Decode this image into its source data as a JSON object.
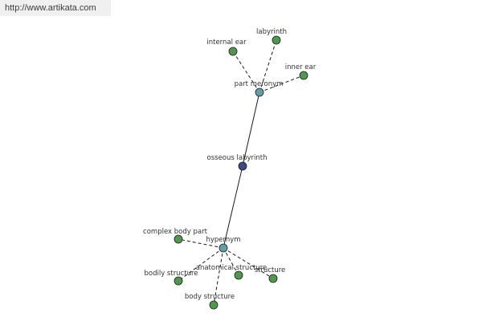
{
  "header": {
    "source_url": "http://www.artikata.com"
  },
  "colors": {
    "leaf": "#4f9a4a",
    "relation": "#5aa1a8",
    "center": "#3b4a8c"
  },
  "graph": {
    "nodes": [
      {
        "id": "labyrinth",
        "label": "labyrinth",
        "kind": "leaf"
      },
      {
        "id": "internal-ear",
        "label": "internal ear",
        "kind": "leaf"
      },
      {
        "id": "inner-ear",
        "label": "inner ear",
        "kind": "leaf"
      },
      {
        "id": "part-meronym",
        "label": "part meronym",
        "kind": "relation"
      },
      {
        "id": "osseous-labyrinth",
        "label": "osseous labyrinth",
        "kind": "center"
      },
      {
        "id": "hypernym",
        "label": "hypernym",
        "kind": "relation"
      },
      {
        "id": "complex-body-part",
        "label": "complex body part",
        "kind": "leaf"
      },
      {
        "id": "bodily-structure",
        "label": "bodily structure",
        "kind": "leaf"
      },
      {
        "id": "anatomical-structure",
        "label": "anatomical structure",
        "kind": "leaf"
      },
      {
        "id": "structure",
        "label": "structure",
        "kind": "leaf"
      },
      {
        "id": "body-structure",
        "label": "body structure",
        "kind": "leaf"
      }
    ],
    "edges": [
      {
        "from": "osseous-labyrinth",
        "to": "part-meronym",
        "style": "solid"
      },
      {
        "from": "osseous-labyrinth",
        "to": "hypernym",
        "style": "solid"
      },
      {
        "from": "part-meronym",
        "to": "labyrinth",
        "style": "dashed"
      },
      {
        "from": "part-meronym",
        "to": "internal-ear",
        "style": "dashed"
      },
      {
        "from": "part-meronym",
        "to": "inner-ear",
        "style": "dashed"
      },
      {
        "from": "hypernym",
        "to": "complex-body-part",
        "style": "dashed"
      },
      {
        "from": "hypernym",
        "to": "bodily-structure",
        "style": "dashed"
      },
      {
        "from": "hypernym",
        "to": "anatomical-structure",
        "style": "dashed"
      },
      {
        "from": "hypernym",
        "to": "structure",
        "style": "dashed"
      },
      {
        "from": "hypernym",
        "to": "body-structure",
        "style": "dashed"
      }
    ]
  }
}
